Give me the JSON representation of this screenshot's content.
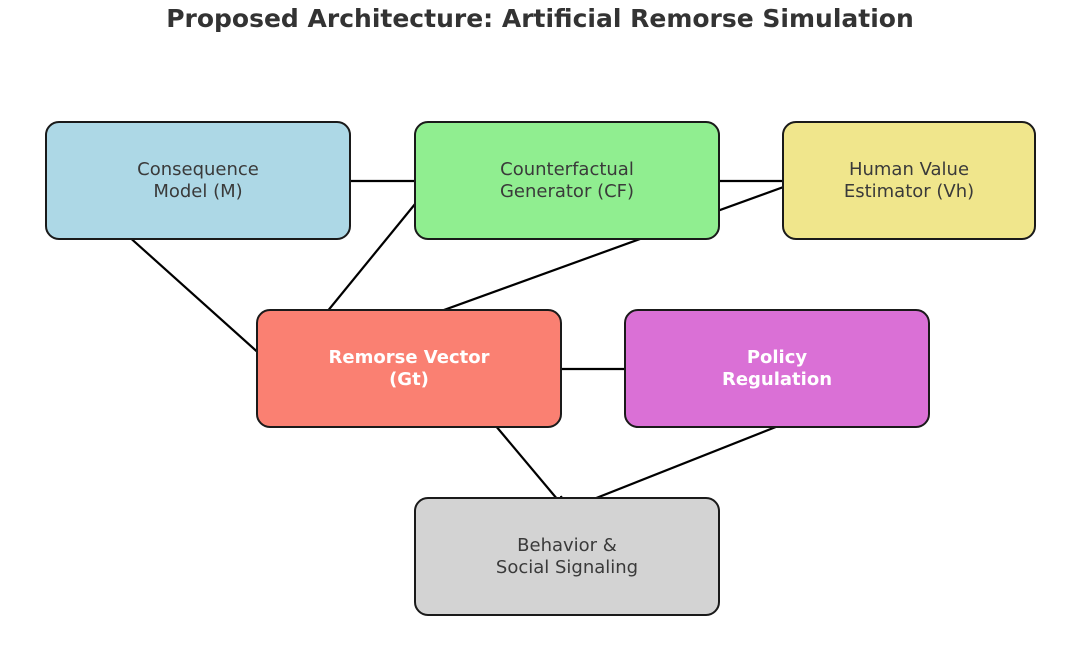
{
  "title": "Proposed Architecture: Artificial Remorse Simulation",
  "nodes": [
    {
      "id": "M",
      "label": "Consequence\nModel (M)",
      "color": "#add8e6",
      "bold": false
    },
    {
      "id": "CF",
      "label": "Counterfactual\nGenerator (CF)",
      "color": "#90ee90",
      "bold": false
    },
    {
      "id": "Vh",
      "label": "Human Value\nEstimator (Vh)",
      "color": "#f0e68c",
      "bold": false
    },
    {
      "id": "Gt",
      "label": "Remorse Vector\n(Gt)",
      "color": "#fa8072",
      "bold": true
    },
    {
      "id": "PR",
      "label": "Policy\nRegulation",
      "color": "#da70d6",
      "bold": true
    },
    {
      "id": "BS",
      "label": "Behavior &\nSocial Signaling",
      "color": "#d3d3d3",
      "bold": false
    }
  ],
  "edges": [
    {
      "from": "M",
      "to": "CF"
    },
    {
      "from": "CF",
      "to": "Vh"
    },
    {
      "from": "M",
      "to": "Gt"
    },
    {
      "from": "CF",
      "to": "Gt"
    },
    {
      "from": "Vh",
      "to": "Gt"
    },
    {
      "from": "Gt",
      "to": "PR"
    },
    {
      "from": "Gt",
      "to": "BS"
    },
    {
      "from": "PR",
      "to": "BS"
    }
  ]
}
